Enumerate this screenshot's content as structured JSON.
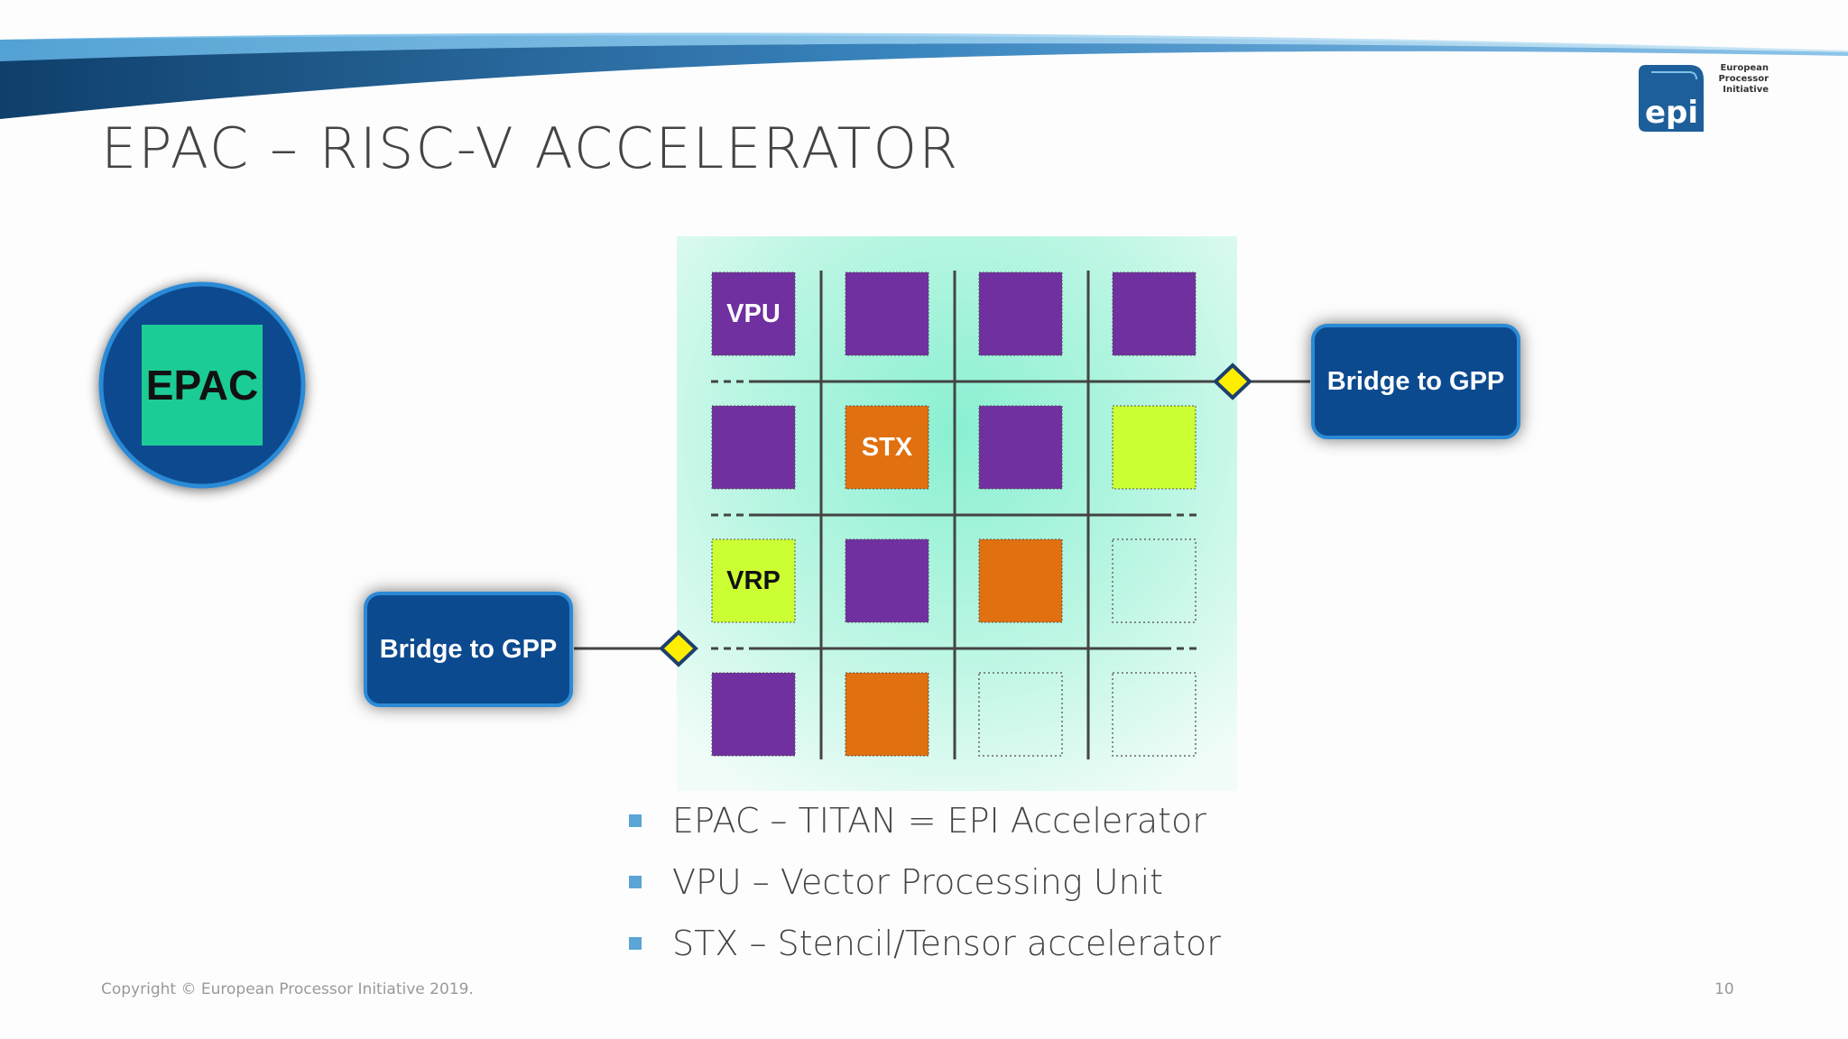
{
  "slide": {
    "title": "EPAC – RISC-V ACCELERATOR",
    "logo": {
      "text": "epi",
      "lines": [
        "European",
        "Processor",
        "Initiative"
      ]
    },
    "footer": "Copyright © European Processor Initiative 2019.",
    "page_number": "10"
  },
  "diagram": {
    "epac_label": "EPAC",
    "bridge_right": "Bridge to GPP",
    "bridge_left": "Bridge to GPP",
    "colors": {
      "vpu": "#7030a0",
      "stx": "#e07010",
      "vrp": "#ccff33",
      "epac_core": "#1fcc96",
      "circle": "#0c4a8f",
      "bridge": "#0c4a8f",
      "connector": "#ffee00"
    },
    "tiles": [
      [
        "VPU",
        "",
        "",
        ""
      ],
      [
        "",
        "STX",
        "",
        ""
      ],
      [
        "VRP",
        "",
        "",
        ""
      ],
      [
        "",
        "",
        "",
        ""
      ]
    ],
    "tile_types": [
      [
        "vpu",
        "vpu",
        "vpu",
        "vpu"
      ],
      [
        "vpu",
        "stx",
        "vpu",
        "vrp"
      ],
      [
        "vrp",
        "vpu",
        "stx",
        "empty"
      ],
      [
        "vpu",
        "stx",
        "empty",
        "empty"
      ]
    ]
  },
  "bullets": [
    "EPAC – TITAN = EPI Accelerator",
    "VPU – Vector Processing Unit",
    "STX – Stencil/Tensor accelerator"
  ]
}
